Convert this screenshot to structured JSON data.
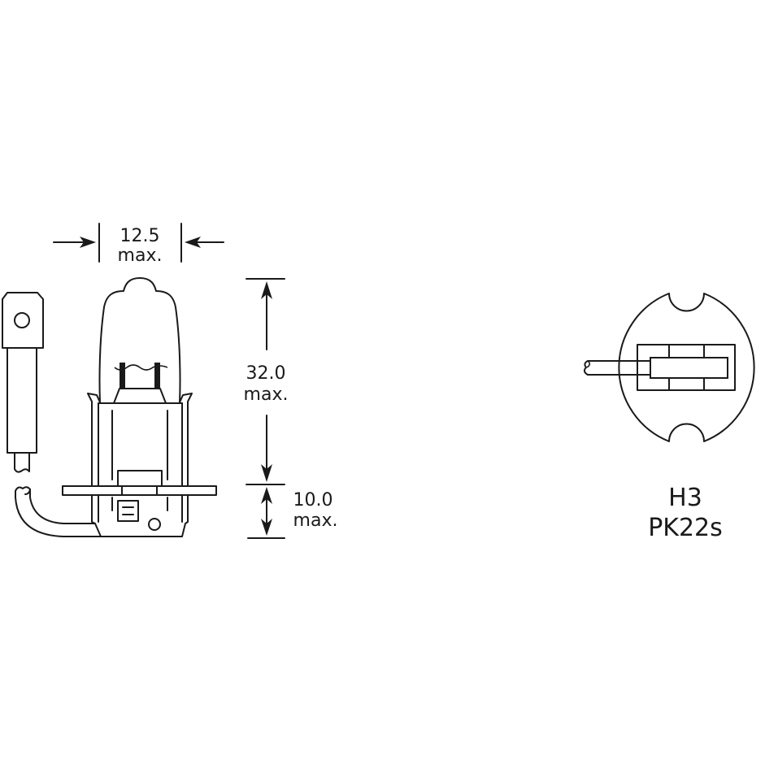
{
  "diagram": {
    "title": "H3 halogen bulb dimensional drawing",
    "dimensions": {
      "width": {
        "value": "12.5",
        "unit_label": "max."
      },
      "height_bulb": {
        "value": "32.0",
        "unit_label": "max."
      },
      "height_base": {
        "value": "10.0",
        "unit_label": "max."
      }
    },
    "bulb_type": {
      "name": "H3",
      "base": "PK22s"
    },
    "views": [
      {
        "id": "side-view",
        "label": "Side view of bulb with lead wire and connector"
      },
      {
        "id": "base-view",
        "label": "Base (socket) end view"
      }
    ],
    "colors": {
      "line": "#1a1a1a",
      "background": "#ffffff"
    }
  }
}
